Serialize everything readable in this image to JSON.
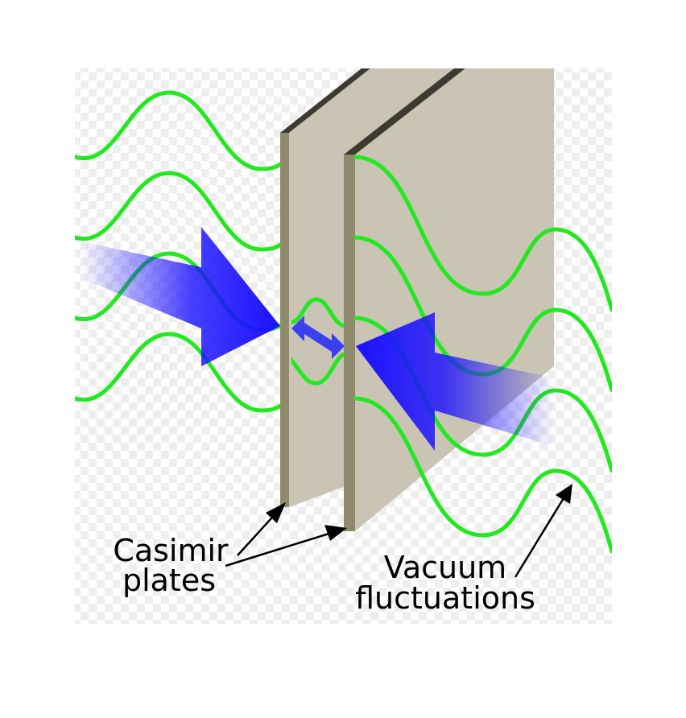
{
  "labels": {
    "plates_line1": "Casimir",
    "plates_line2": "plates",
    "fluct_line1": "Vacuum",
    "fluct_line2": "fluctuations"
  },
  "colors": {
    "wave": "#22e81f",
    "plate_face": "#c9c4b4",
    "plate_edge": "#8f8a6c",
    "plate_top": "#3d3a32",
    "pressure_arrow": "#1a10ff",
    "checker_light": "#ffffff",
    "checker_dark": "#eeeeee",
    "annotation_arrow": "#000000"
  },
  "icons": {
    "left_arrow": "pressure-arrow-right-icon",
    "right_arrow": "pressure-arrow-left-icon",
    "gap_arrow": "double-arrow-icon"
  }
}
